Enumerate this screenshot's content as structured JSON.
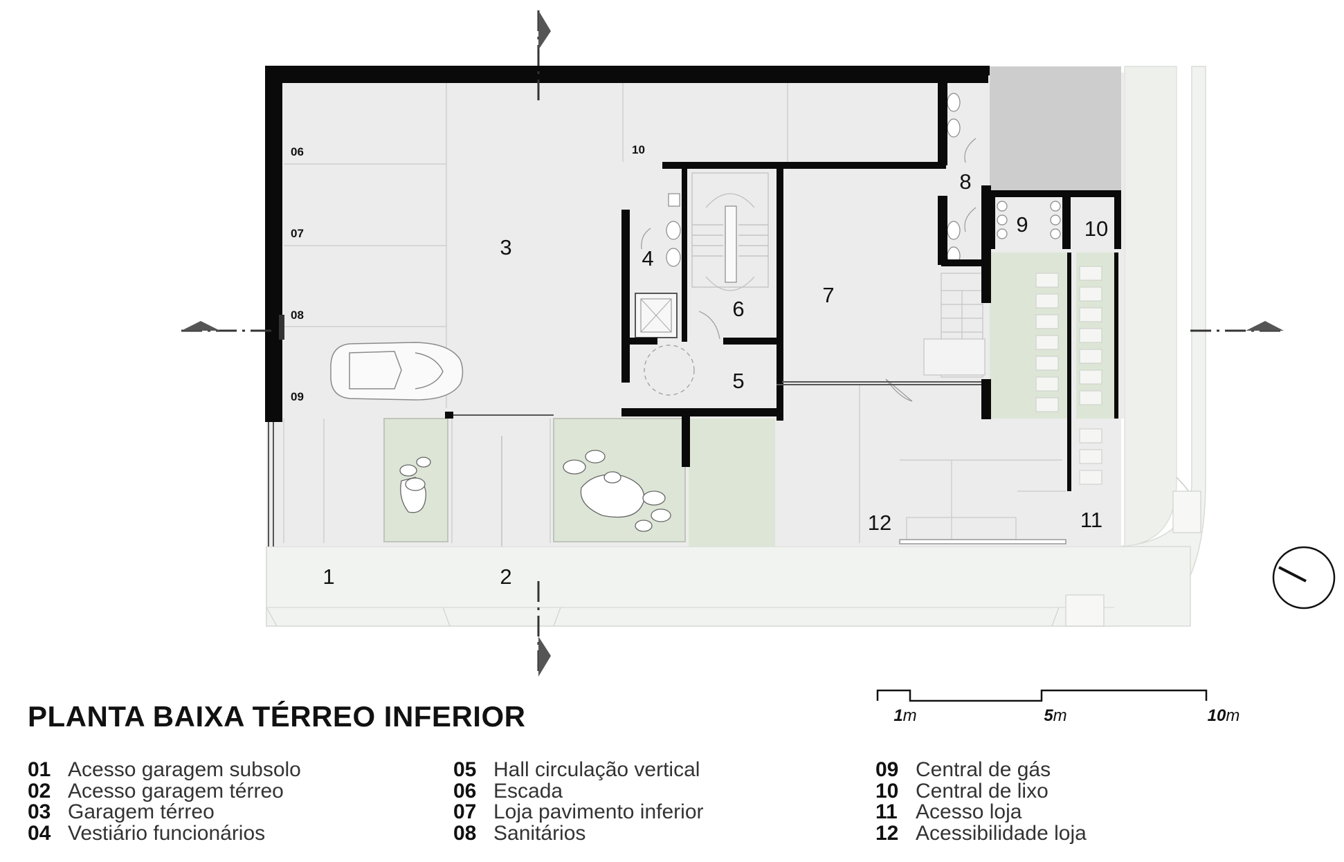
{
  "title": "PLANTA BAIXA TÉRREO INFERIOR",
  "room_numbers": [
    "1",
    "2",
    "3",
    "4",
    "5",
    "6",
    "7",
    "8",
    "9",
    "10",
    "11",
    "12"
  ],
  "parking_spots": [
    "06",
    "07",
    "08",
    "09",
    "10"
  ],
  "scale_bar": {
    "labels": [
      {
        "value": "1",
        "unit": "m"
      },
      {
        "value": "5",
        "unit": "m"
      },
      {
        "value": "10",
        "unit": "m"
      }
    ]
  },
  "legend": [
    {
      "num": "01",
      "text": "Acesso garagem subsolo"
    },
    {
      "num": "02",
      "text": "Acesso garagem térreo"
    },
    {
      "num": "03",
      "text": "Garagem térreo"
    },
    {
      "num": "04",
      "text": "Vestiário funcionários"
    },
    {
      "num": "05",
      "text": "Hall circulação vertical"
    },
    {
      "num": "06",
      "text": "Escada"
    },
    {
      "num": "07",
      "text": "Loja pavimento inferior"
    },
    {
      "num": "08",
      "text": "Sanitários"
    },
    {
      "num": "09",
      "text": "Central de gás"
    },
    {
      "num": "10",
      "text": "Central de lixo"
    },
    {
      "num": "11",
      "text": "Acesso loja"
    },
    {
      "num": "12",
      "text": "Acessibilidade loja"
    }
  ],
  "colors": {
    "wall": "#0a0a0a",
    "floor": "#ececec",
    "garden": "#dde6d6",
    "sidewalk": "#f1f3f0",
    "dark_area": "#cdcdcd"
  }
}
